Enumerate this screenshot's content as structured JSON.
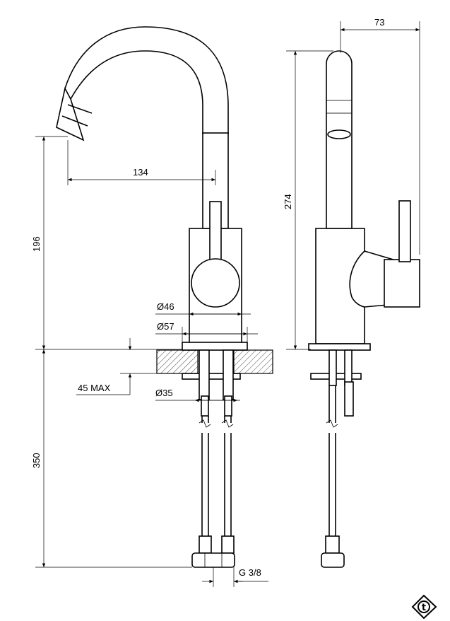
{
  "dimensions": {
    "spout_width": "73",
    "total_height": "274",
    "spout_reach": "134",
    "spout_height": "196",
    "body_diameter": "Ø46",
    "base_diameter": "Ø57",
    "max_deck_thickness": "45 MAX",
    "hole_diameter": "Ø35",
    "hose_length": "350",
    "connection_thread": "G 3/8"
  },
  "logo": {
    "glyph": "t"
  }
}
